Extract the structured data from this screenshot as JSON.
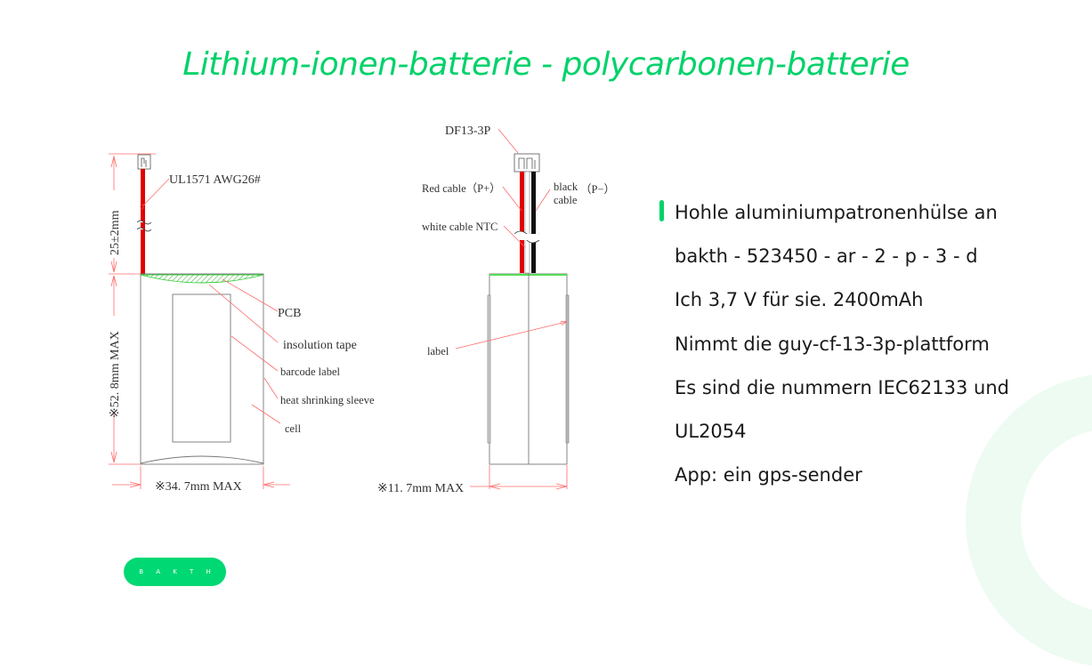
{
  "title": "Lithium-ionen-batterie - polycarbonen-batterie",
  "colors": {
    "accent": "#00d26a",
    "dimension_lines": "#ff4d4d",
    "red_cable": "#e00000",
    "pcb_hatch": "#33cc33",
    "decor": "#edfbf3"
  },
  "front_view": {
    "wire_label": "UL1571 AWG26#",
    "wire_length_dim": "25±2mm",
    "height_dim": "※52. 8mm MAX",
    "width_dim": "※34. 7mm MAX",
    "callouts": [
      "PCB",
      "insolution tape",
      "barcode label",
      "heat shrinking sleeve",
      "cell"
    ]
  },
  "side_view": {
    "connector_label": "DF13-3P",
    "red_cable_label": "Red cable（P+）",
    "black_cable_label_line1": "black",
    "black_cable_label_line2": "cable",
    "black_cable_polarity": "（P−）",
    "white_cable_label": "white cable NTC",
    "label_callout": "label",
    "thickness_dim": "※11. 7mm MAX"
  },
  "specs": [
    "Hohle aluminiumpatronenhülse an",
    "bakth - 523450 - ar - 2 - p - 3 - d",
    "Ich 3,7 V für sie. 2400mAh",
    "Nimmt die guy-cf-13-3p-plattform",
    "Es sind die nummern IEC62133 und",
    "UL2054",
    "App: ein gps-sender"
  ],
  "brand_button": "B A K T H"
}
